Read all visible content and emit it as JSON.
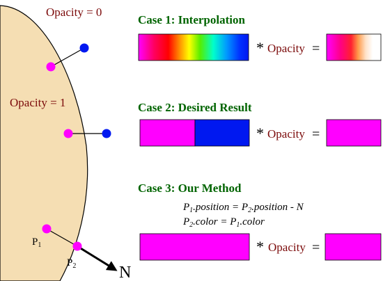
{
  "colors": {
    "sphere_fill": "#f5deb3",
    "magenta": "#ff00ff",
    "blue": "#0018f0",
    "title_green": "#006400",
    "label_maroon": "#7b0a0a"
  },
  "sphere": {
    "opacity_outside": "Opacity = 0",
    "opacity_inside": "Opacity = 1"
  },
  "particles": {
    "p1": "P",
    "p1_sub": "1",
    "p2": "P",
    "p2_sub": "2",
    "normal": "N"
  },
  "cases": [
    {
      "title": "Case 1: Interpolation",
      "operator": "*",
      "opacity_label": "Opacity",
      "equals": "="
    },
    {
      "title": "Case 2: Desired Result",
      "operator": "*",
      "opacity_label": "Opacity",
      "equals": "="
    },
    {
      "title": "Case 3: Our Method",
      "operator": "*",
      "opacity_label": "Opacity",
      "equals": "="
    }
  ],
  "method": {
    "line1_p": "P",
    "line1_sub": "1",
    "line1_rest": ".position = ",
    "line1_p2": "P",
    "line1_sub2": "2",
    "line1_rest2": ".position - N",
    "line2_p": "P",
    "line2_sub": "2",
    "line2_rest": ".color  = ",
    "line2_p2": "P",
    "line2_sub2": "1",
    "line2_rest2": ".color"
  }
}
